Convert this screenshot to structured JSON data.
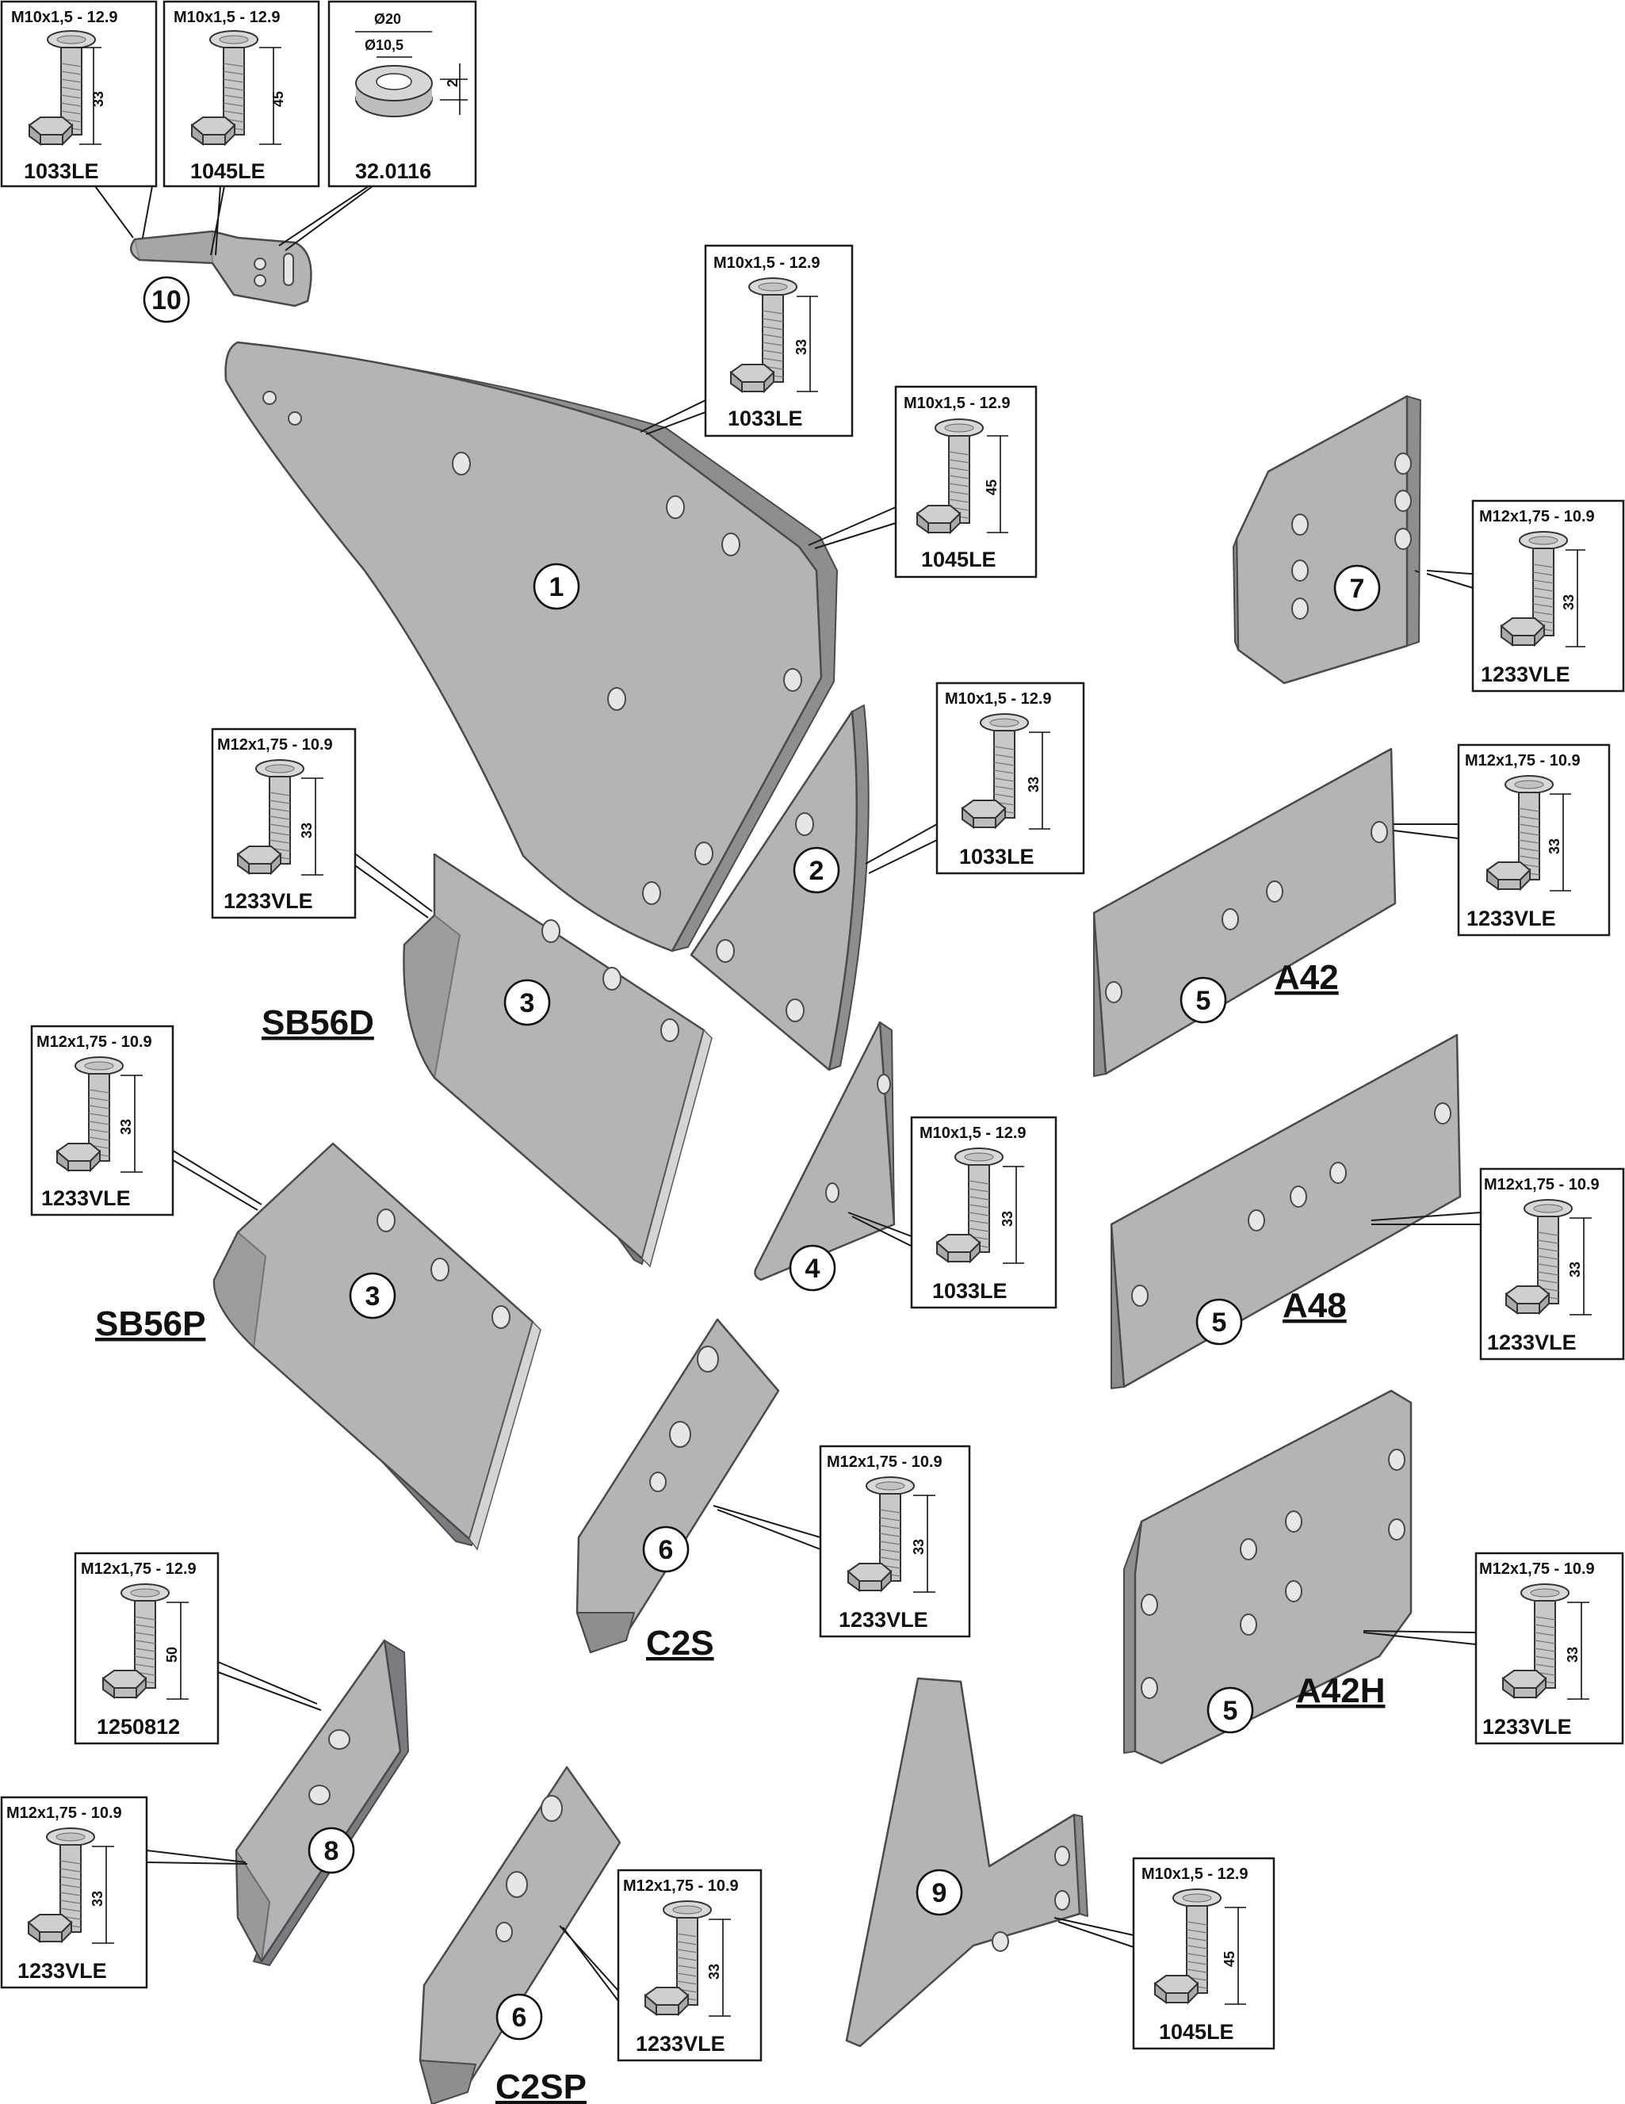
{
  "specs": {
    "m10": "M10x1,5 - 12.9",
    "m12_109": "M12x1,75 - 10.9",
    "m12_129": "M12x1,75 - 12.9",
    "washer_outer": "Ø20",
    "washer_inner": "Ø10,5",
    "washer_thick": "2"
  },
  "codes": {
    "c1033": "1033LE",
    "c1045": "1045LE",
    "c1233": "1233VLE",
    "c1250": "1250812",
    "washer": "32.0116"
  },
  "lengths": {
    "l33": "33",
    "l45": "45",
    "l50": "50"
  },
  "callouts": {
    "n1": "1",
    "n2": "2",
    "n3": "3",
    "n4": "4",
    "n5": "5",
    "n6": "6",
    "n7": "7",
    "n8": "8",
    "n9": "9",
    "n10": "10"
  },
  "titles": {
    "sb56d": "SB56D",
    "sb56p": "SB56P",
    "a42": "A42",
    "a48": "A48",
    "a42h": "A42H",
    "c2s": "C2S",
    "c2sp": "C2SP"
  },
  "colors": {
    "plate": "#b4b4b6",
    "edge": "#8e8e91",
    "outline": "#4a4a4c"
  }
}
